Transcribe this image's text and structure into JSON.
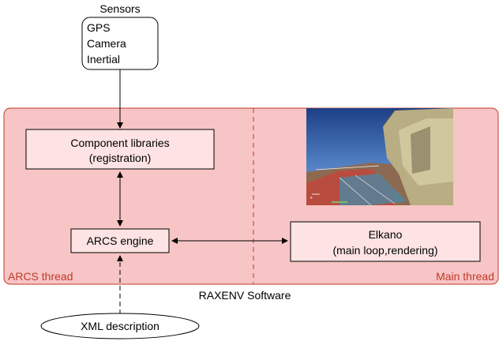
{
  "sensors": {
    "title": "Sensors",
    "items": [
      "GPS",
      "Camera",
      "Inertial"
    ]
  },
  "software": {
    "label": "RAXENV Software",
    "left_thread": "ARCS thread",
    "right_thread": "Main thread",
    "region_fill": "#f7c5c5",
    "region_stroke": "#c0392b",
    "thread_label_color": "#c0392b"
  },
  "boxes": {
    "component_libraries": {
      "line1": "Component libraries",
      "line2": "(registration)"
    },
    "arcs_engine": {
      "label": "ARCS  engine"
    },
    "elkano": {
      "line1": "Elkano",
      "line2": "(main loop,rendering)"
    }
  },
  "xml": {
    "label": "XML description"
  },
  "screenshot": {
    "description_icon": "rendered-scene-image"
  }
}
